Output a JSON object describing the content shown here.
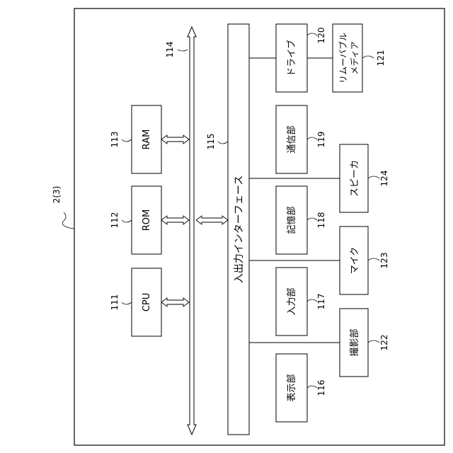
{
  "figure": {
    "device_ref": "2(3)",
    "bus": {
      "ref": "114"
    },
    "io_interface": {
      "ref": "115",
      "label": "入出力インターフェース"
    },
    "cpu": {
      "ref": "111",
      "label": "CPU"
    },
    "rom": {
      "ref": "112",
      "label": "ROM"
    },
    "ram": {
      "ref": "113",
      "label": "RAM"
    },
    "display": {
      "ref": "116",
      "label": "表示部"
    },
    "input": {
      "ref": "117",
      "label": "入力部"
    },
    "storage": {
      "ref": "118",
      "label": "記憶部"
    },
    "comm": {
      "ref": "119",
      "label": "通信部"
    },
    "drive": {
      "ref": "120",
      "label": "ドライブ"
    },
    "media": {
      "ref": "121",
      "label_line1": "リムーバブル",
      "label_line2": "メディア"
    },
    "camera": {
      "ref": "122",
      "label": "撮影部"
    },
    "mic": {
      "ref": "123",
      "label": "マイク"
    },
    "speaker": {
      "ref": "124",
      "label": "スピーカ"
    }
  }
}
